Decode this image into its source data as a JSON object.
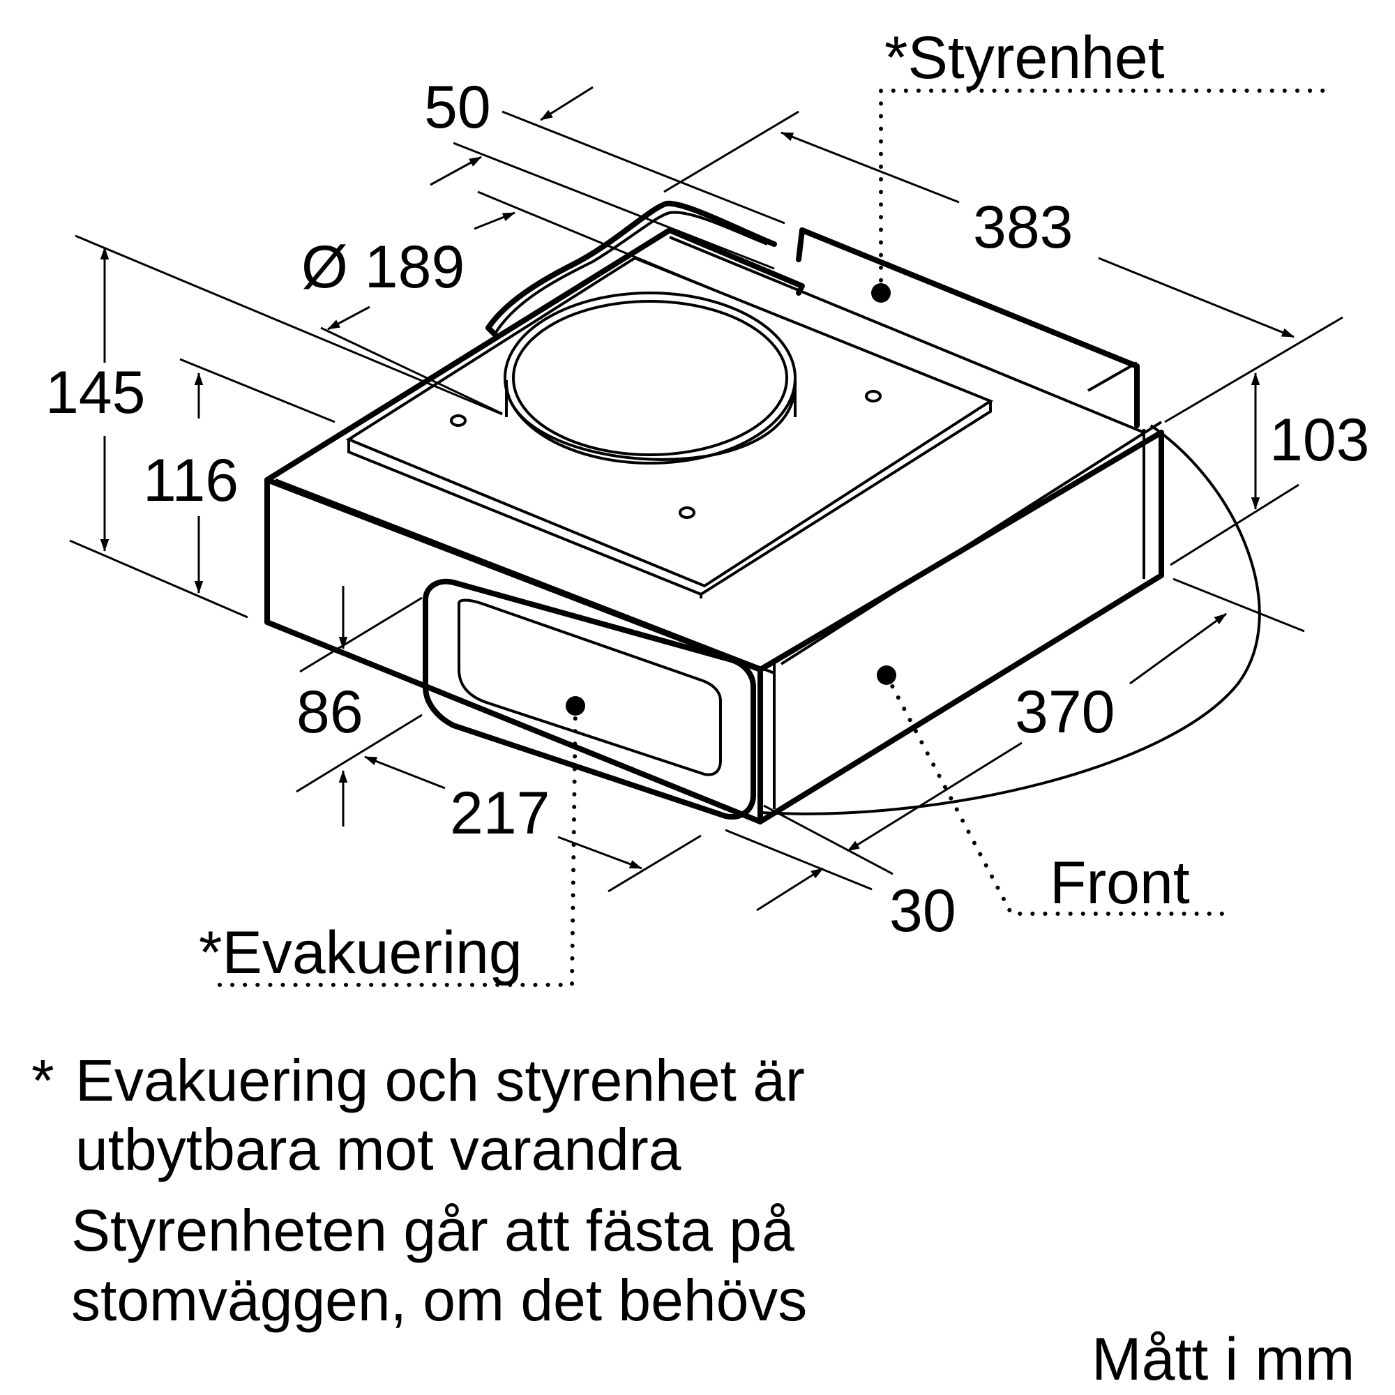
{
  "dimensions": {
    "d50": "50",
    "d383": "383",
    "d189": "Ø 189",
    "d145": "145",
    "d116": "116",
    "d103": "103",
    "d86": "86",
    "d370": "370",
    "d217": "217",
    "d30": "30"
  },
  "labels": {
    "styrenhet": "*Styrenhet",
    "evakuering": "*Evakuering",
    "front": "Front"
  },
  "notes": {
    "asterisk": "*",
    "line1": "Evakuering och styrenhet är",
    "line2": "utbytbara mot varandra",
    "line3": "Styrenheten går att fästa på",
    "line4": "stomväggen, om det behövs"
  },
  "units": "Mått i mm"
}
